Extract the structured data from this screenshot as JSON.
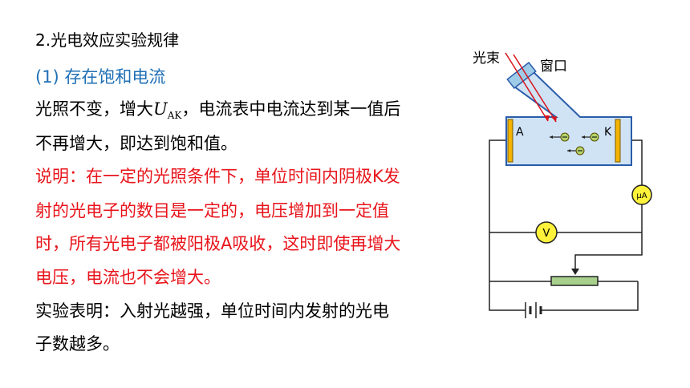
{
  "heading": "2.光电效应实验规律",
  "subheading": "(1) 存在饱和电流",
  "para1": {
    "before": "光照不变，增大",
    "symbol": "U",
    "subscript": "AK",
    "after": "，电流表中电流达到某一值后",
    "line2": "不再增大，即达到饱和值。"
  },
  "note": {
    "line1": "说明：在一定的光照条件下，单位时间内阴极K发",
    "line2": "射的光电子的数目是一定的，电压增加到一定值",
    "line3": "时，所有光电子都被阳极A吸收，这时即使再增大",
    "line4": "电压，电流也不会增大。"
  },
  "experiment": {
    "line1": "实验表明：入射光越强，单位时间内发射的光电",
    "line2": "子数越多。"
  },
  "diagram": {
    "label_beam": "光束",
    "label_window": "窗口",
    "label_anode": "A",
    "label_cathode": "K",
    "label_microammeter": "μA",
    "label_voltmeter": "V"
  },
  "colors": {
    "note_red": "#e8141b",
    "subheading_blue": "#1f6fb5",
    "tube_fill": "#cfe3f5",
    "tube_stroke": "#2a5caa",
    "electrode": "#f3b400",
    "meter": "#fff23a",
    "rheostat": "#a8d08d"
  }
}
